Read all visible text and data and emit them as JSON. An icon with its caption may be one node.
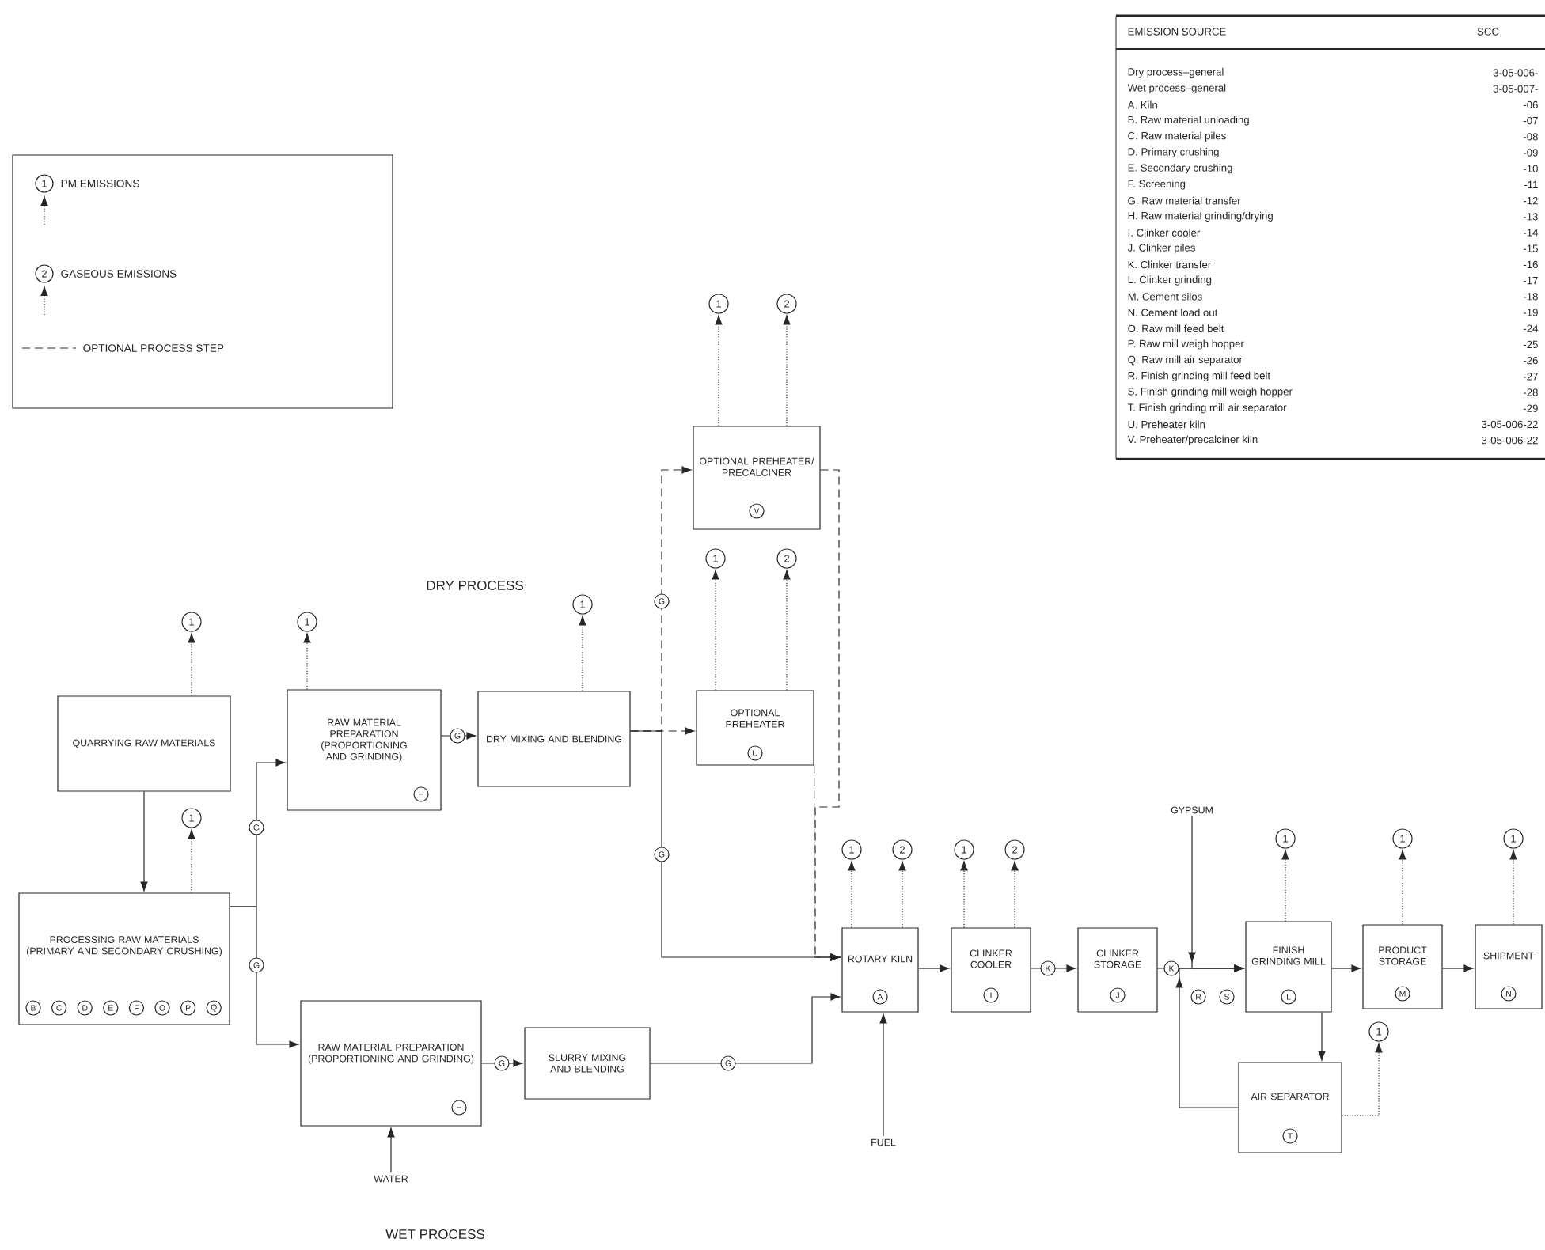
{
  "diagram": {
    "nodes": [
      {
        "text": [
          "QUARRYING RAW MATERIALS"
        ]
      },
      {
        "text": [
          "1"
        ]
      },
      {
        "text": [
          "PROCESSING RAW MATERIALS (PRIMARY AND SECONDARY CRUSHING)",
          "B",
          "C",
          "D",
          "E",
          "F",
          "O",
          "P",
          "Q"
        ]
      },
      {
        "text": [
          "1"
        ]
      },
      {
        "text": [
          "RAW MATERIAL PREPARATION (PROPORTIONING AND GRINDING)",
          "H"
        ]
      },
      {
        "text": [
          "1"
        ]
      },
      {
        "text": [
          "DRY MIXING AND BLENDING"
        ]
      },
      {
        "text": [
          "1"
        ]
      },
      {
        "text": [
          "OPTIONAL PREHEATER/ PRECALCINER",
          "V"
        ]
      },
      {
        "text": [
          "1"
        ]
      },
      {
        "text": [
          "2"
        ]
      },
      {
        "text": [
          "OPTIONAL PREHEATER",
          "U"
        ]
      },
      {
        "text": [
          "1"
        ]
      },
      {
        "text": [
          "2"
        ]
      },
      {
        "text": [
          "RAW MATERIAL PREPARATION (PROPORTIONING AND GRINDING)",
          "H"
        ]
      },
      {
        "text": [
          "WATER"
        ]
      },
      {
        "text": [
          "SLURRY MIXING AND BLENDING"
        ]
      },
      {
        "text": [
          "ROTARY KILN",
          "A"
        ]
      },
      {
        "text": [
          "1"
        ]
      },
      {
        "text": [
          "2"
        ]
      },
      {
        "text": [
          "FUEL"
        ]
      },
      {
        "text": [
          "CLINKER COOLER",
          "I"
        ]
      },
      {
        "text": [
          "1"
        ]
      },
      {
        "text": [
          "2"
        ]
      },
      {
        "text": [
          "CLINKER STORAGE",
          "J"
        ]
      },
      {
        "text": [
          "GYPSUM"
        ]
      },
      {
        "text": [
          "FINISH GRINDING MILL",
          "L"
        ]
      },
      {
        "text": [
          "1"
        ]
      },
      {
        "text": [
          "PRODUCT STORAGE",
          "M"
        ]
      },
      {
        "text": [
          "1"
        ]
      },
      {
        "text": [
          "SHIPMENT",
          "N"
        ]
      },
      {
        "text": [
          "1"
        ]
      },
      {
        "text": [
          "AIR SEPARATOR",
          "T"
        ]
      },
      {
        "text": [
          "1"
        ]
      }
    ],
    "edges": [
      {
        "from": 0,
        "to": 2,
        "arrow": "to"
      },
      {
        "from": 0,
        "to": 1,
        "arrow": "to",
        "style": "dashed"
      },
      {
        "from": 2,
        "to": 3,
        "arrow": "to",
        "style": "dashed"
      },
      {
        "from": 2,
        "to": 4,
        "arrow": "to",
        "label": "G"
      },
      {
        "from": 2,
        "to": 14,
        "arrow": "to",
        "label": "G"
      },
      {
        "from": 4,
        "to": 5,
        "arrow": "to",
        "style": "dashed"
      },
      {
        "from": 4,
        "to": 6,
        "arrow": "to",
        "label": "G"
      },
      {
        "from": 6,
        "to": 7,
        "arrow": "to",
        "style": "dashed"
      },
      {
        "from": 6,
        "to": 11,
        "arrow": "to",
        "style": "dashed"
      },
      {
        "from": 6,
        "to": 8,
        "arrow": "to",
        "style": "dashed",
        "label": "G"
      },
      {
        "from": 6,
        "to": 17,
        "arrow": "to",
        "label": "G"
      },
      {
        "from": 8,
        "to": 9,
        "arrow": "to",
        "style": "dashed"
      },
      {
        "from": 8,
        "to": 10,
        "arrow": "to",
        "style": "dashed"
      },
      {
        "from": 8,
        "to": 17,
        "arrow": "to",
        "style": "dashed"
      },
      {
        "from": 11,
        "to": 12,
        "arrow": "to",
        "style": "dashed"
      },
      {
        "from": 11,
        "to": 13,
        "arrow": "to",
        "style": "dashed"
      },
      {
        "from": 11,
        "to": 17,
        "arrow": "to",
        "style": "dashed"
      },
      {
        "from": 15,
        "to": 14,
        "arrow": "to"
      },
      {
        "from": 14,
        "to": 16,
        "arrow": "to",
        "label": "G"
      },
      {
        "from": 16,
        "to": 17,
        "arrow": "to",
        "label": "G"
      },
      {
        "from": 17,
        "to": 18,
        "arrow": "to",
        "style": "dashed"
      },
      {
        "from": 17,
        "to": 19,
        "arrow": "to",
        "style": "dashed"
      },
      {
        "from": 20,
        "to": 17,
        "arrow": "to"
      },
      {
        "from": 17,
        "to": 21,
        "arrow": "to"
      },
      {
        "from": 21,
        "to": 22,
        "arrow": "to",
        "style": "dashed"
      },
      {
        "from": 21,
        "to": 23,
        "arrow": "to",
        "style": "dashed"
      },
      {
        "from": 21,
        "to": 24,
        "arrow": "to",
        "label": "K"
      },
      {
        "from": 24,
        "to": 26,
        "arrow": "to",
        "label": "K"
      },
      {
        "from": 25,
        "to": 26,
        "arrow": "to"
      },
      {
        "from": 26,
        "to": 28,
        "arrow": "to"
      },
      {
        "from": 28,
        "to": 30,
        "arrow": "to"
      },
      {
        "from": 26,
        "to": 32,
        "arrow": "to"
      },
      {
        "from": 32,
        "to": 26,
        "arrow": "to"
      },
      {
        "from": 26,
        "to": 27,
        "arrow": "to",
        "style": "dashed"
      },
      {
        "from": 28,
        "to": 29,
        "arrow": "to",
        "style": "dashed"
      },
      {
        "from": 30,
        "to": 31,
        "arrow": "to",
        "style": "dashed"
      },
      {
        "from": 32,
        "to": 33,
        "arrow": "to",
        "style": "dashed"
      }
    ],
    "labels": [
      "DRY PROCESS",
      "WET PROCESS",
      "R",
      "S",
      "1",
      "2",
      "EMISSION SOURCE",
      "SCC",
      "Dry process–general",
      "3-05-006-",
      "Wet process–general",
      "3-05-007-",
      "A. Kiln",
      "-06",
      "B. Raw material unloading",
      "-07",
      "C. Raw material piles",
      "-08",
      "D. Primary crushing",
      "-09",
      "E. Secondary crushing",
      "-10",
      "F. Screening",
      "-11",
      "G. Raw material transfer",
      "-12",
      "H. Raw material grinding/drying",
      "-13",
      "I. Clinker cooler",
      "-14",
      "J. Clinker piles",
      "-15",
      "K. Clinker transfer",
      "-16",
      "L. Clinker grinding",
      "-17",
      "M. Cement silos",
      "-18",
      "N. Cement load out",
      "-19",
      "O. Raw mill feed belt",
      "-24",
      "P. Raw mill weigh hopper",
      "-25",
      "Q. Raw mill air separator",
      "-26",
      "R. Finish grinding mill feed belt",
      "-27",
      "S. Finish grinding mill weigh hopper",
      "-28",
      "T. Finish grinding mill air separator",
      "-29",
      "U. Preheater kiln",
      "3-05-006-22",
      "V. Preheater/precalciner kiln",
      "3-05-006-22"
    ],
    "legend": [
      {
        "text": "PM EMISSIONS"
      },
      {
        "text": "GASEOUS EMISSIONS"
      },
      {
        "text": "OPTIONAL PROCESS STEP"
      }
    ]
  }
}
